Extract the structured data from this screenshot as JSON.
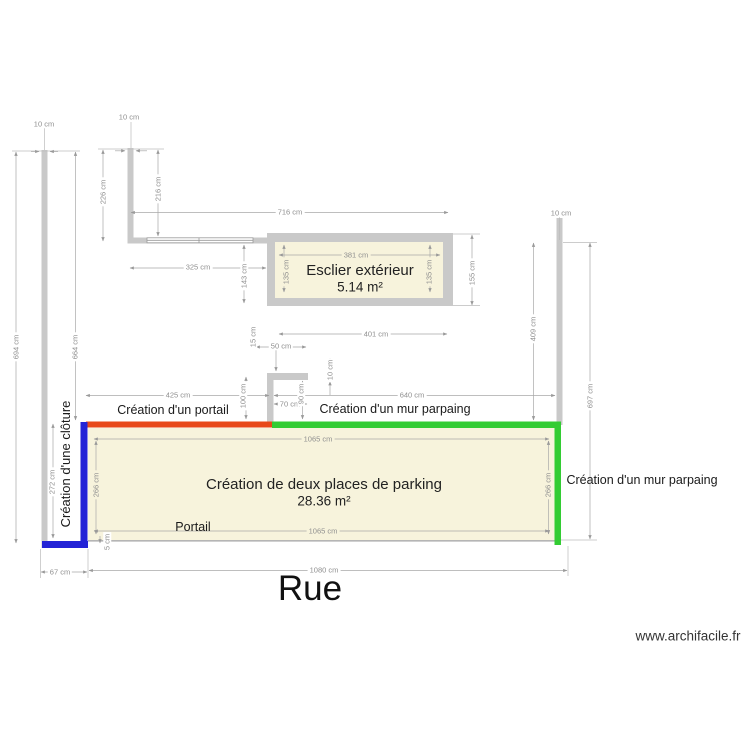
{
  "plan": {
    "rooms": {
      "esclier": {
        "title": "Esclier extérieur",
        "area": "5.14 m²"
      },
      "parking": {
        "title": "Création de deux places de parking",
        "area": "28.36 m²"
      }
    },
    "annotations": {
      "portail_top": "Création d'un portail",
      "mur_parpaing_mid": "Création d'un mur parpaing",
      "mur_parpaing_right": "Création d'un mur parpaing",
      "cloture": "Création d'une clôture",
      "portail_bottom": "Portail",
      "rue": "Rue"
    },
    "dims": {
      "d10_left": "10 cm",
      "d10_mid": "10 cm",
      "d10_right": "10 cm",
      "d10_small": "10 cm",
      "d226": "226 cm",
      "d216": "216 cm",
      "d716": "716 cm",
      "d694": "694 cm",
      "d664": "664 cm",
      "d381": "381 cm",
      "d135l": "135 cm",
      "d135r": "135 cm",
      "d155": "155 cm",
      "d401": "401 cm",
      "d325": "325 cm",
      "d143": "143 cm",
      "d15": "15 cm",
      "d50": "50 cm",
      "d70": "70 cm",
      "d90": "90 cm",
      "d100": "100 cm",
      "d425": "425 cm",
      "d640": "640 cm",
      "d1065_top": "1065 cm",
      "d1065_bottom": "1065 cm",
      "d266l": "266 cm",
      "d266r": "266 cm",
      "d272": "272 cm",
      "d5": "5 cm",
      "d67": "67 cm",
      "d1080": "1080 cm",
      "d409": "409 cm",
      "d697": "697 cm"
    },
    "colors": {
      "wall": "#c9c9c9",
      "room_fill": "#f7f3dc",
      "portail": "#e8491a",
      "mur": "#33cc33",
      "cloture": "#2323d6"
    },
    "watermark": "www.archifacile.fr"
  }
}
